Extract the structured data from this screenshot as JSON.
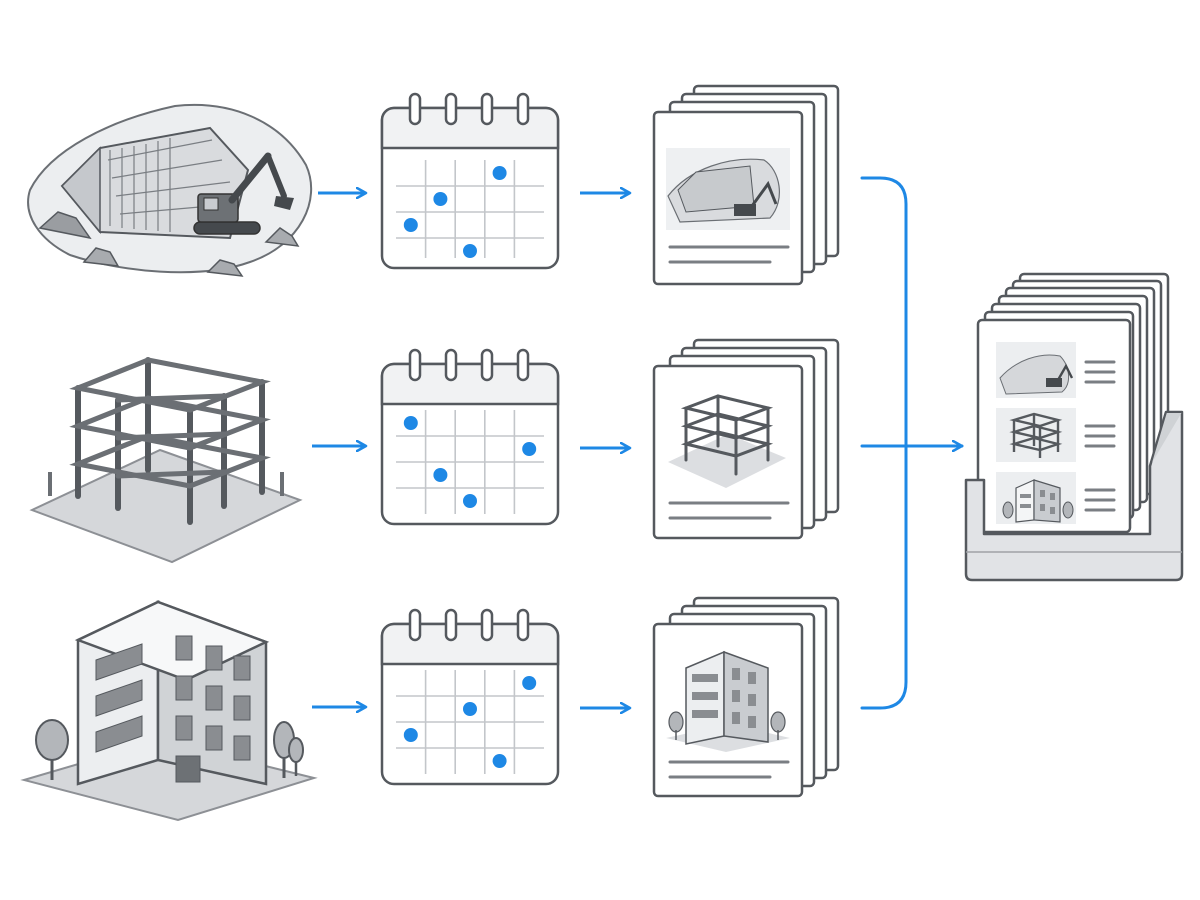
{
  "colors": {
    "accent": "#1e88e5",
    "outline": "#55595e",
    "fill_light": "#f1f2f3",
    "fill_mid": "#d3d5d8",
    "fill_dark": "#8a8d91"
  },
  "stages": [
    {
      "key": "excavation",
      "icon": "excavation-site-icon",
      "calendar_dots": [
        [
          3,
          0
        ],
        [
          1,
          1
        ],
        [
          0,
          2
        ],
        [
          2,
          3
        ]
      ]
    },
    {
      "key": "framing",
      "icon": "steel-frame-icon",
      "calendar_dots": [
        [
          0,
          0
        ],
        [
          4,
          1
        ],
        [
          1,
          2
        ],
        [
          2,
          3
        ]
      ]
    },
    {
      "key": "completed-building",
      "icon": "office-building-icon",
      "calendar_dots": [
        [
          4,
          0
        ],
        [
          2,
          1
        ],
        [
          0,
          2
        ],
        [
          3,
          3
        ]
      ]
    }
  ],
  "archive": {
    "icon": "document-archive-box-icon",
    "entries": [
      "excavation-thumbnail-icon",
      "steel-frame-thumbnail-icon",
      "office-building-thumbnail-icon"
    ]
  }
}
